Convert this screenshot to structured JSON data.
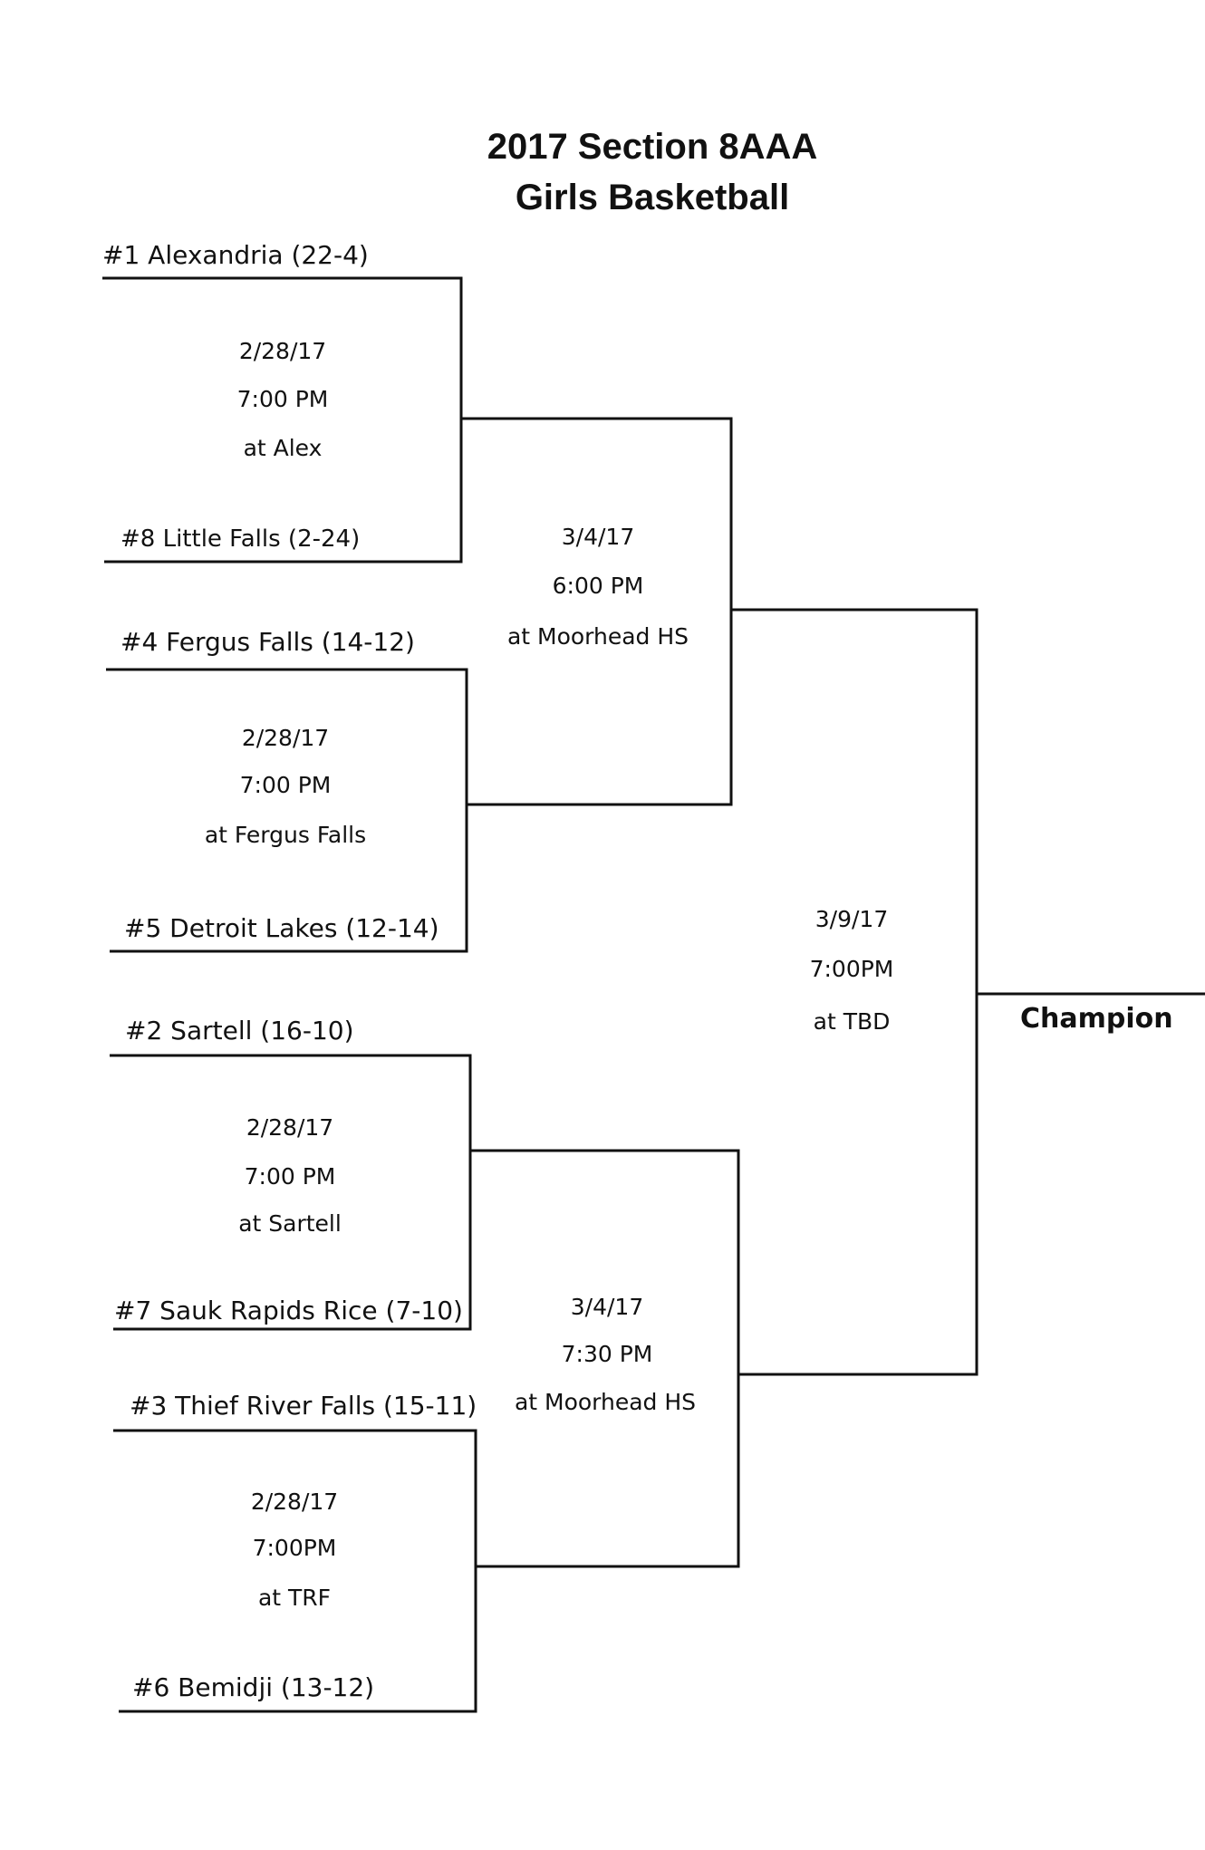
{
  "title_line1": "2017 Section 8AAA",
  "title_line2": "Girls Basketball",
  "teams": {
    "s1": "#1 Alexandria (22-4)",
    "s8": "#8 Little Falls (2-24)",
    "s4": "#4 Fergus Falls (14-12)",
    "s5": "#5  Detroit Lakes (12-14)",
    "s2": "#2  Sartell  (16-10)",
    "s7": "#7 Sauk Rapids Rice (7-10)",
    "s3": "#3  Thief River Falls  (15-11)",
    "s6": "#6  Bemidji (13-12)"
  },
  "games": {
    "g1": {
      "date": "2/28/17",
      "time": "7:00 PM",
      "site": "at Alex"
    },
    "g2": {
      "date": "2/28/17",
      "time": "7:00 PM",
      "site": "at  Fergus Falls"
    },
    "g3": {
      "date": "2/28/17",
      "time": "7:00 PM",
      "site": "at Sartell"
    },
    "g4": {
      "date": "2/28/17",
      "time": "7:00PM",
      "site": "at TRF"
    },
    "semi1": {
      "date": "3/4/17",
      "time": "6:00 PM",
      "site": "at Moorhead HS"
    },
    "semi2": {
      "date": "3/4/17",
      "time": "7:30 PM",
      "site": "at Moorhead HS"
    },
    "final": {
      "date": "3/9/17",
      "time": "7:00PM",
      "site": "at TBD"
    }
  },
  "champion_label": "Champion"
}
